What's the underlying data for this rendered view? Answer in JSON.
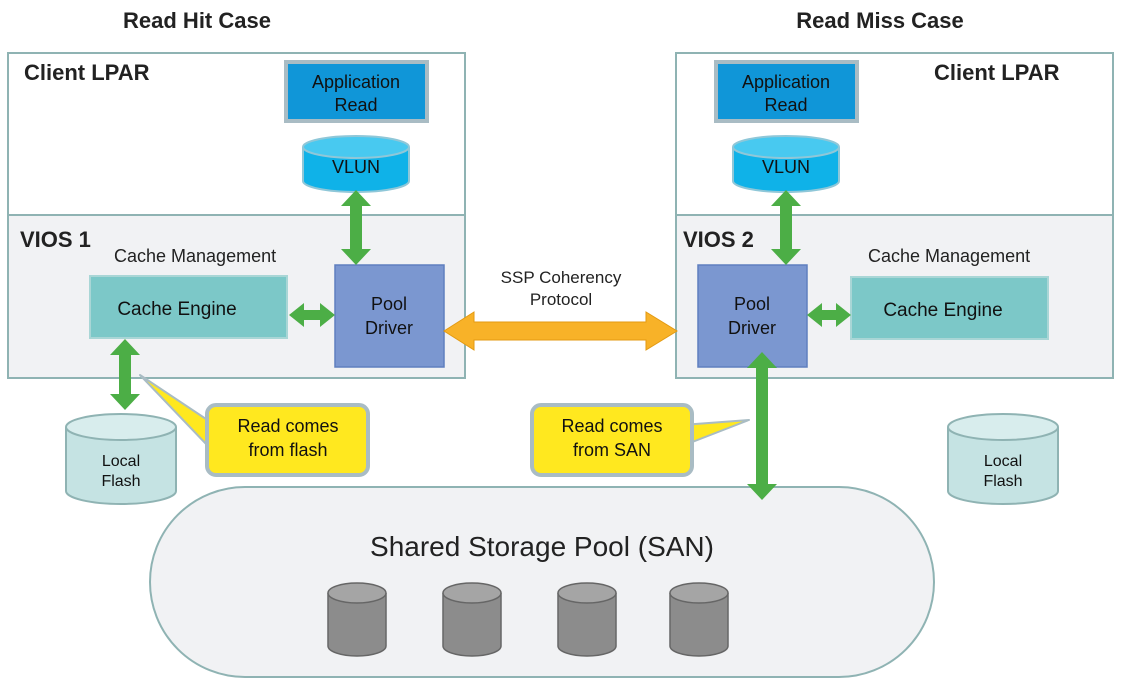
{
  "titles": {
    "left": "Read Hit Case",
    "right": "Read Miss Case"
  },
  "left": {
    "client_label": "Client LPAR",
    "app_read": [
      "Application",
      "Read"
    ],
    "vlun": "VLUN",
    "vios_label": "VIOS 1",
    "cache_mgmt": "Cache Management",
    "cache_engine": "Cache Engine",
    "pool_driver": [
      "Pool",
      "Driver"
    ],
    "flash": [
      "Local",
      "Flash"
    ],
    "callout": [
      "Read comes",
      "from flash"
    ]
  },
  "right": {
    "client_label": "Client LPAR",
    "app_read": [
      "Application",
      "Read"
    ],
    "vlun": "VLUN",
    "vios_label": "VIOS 2",
    "cache_mgmt": "Cache Management",
    "cache_engine": "Cache Engine",
    "pool_driver": [
      "Pool",
      "Driver"
    ],
    "flash": [
      "Local",
      "Flash"
    ],
    "callout": [
      "Read comes",
      "from SAN"
    ]
  },
  "protocol": [
    "SSP Coherency",
    "Protocol"
  ],
  "pool_label": "Shared Storage Pool (SAN)",
  "colors": {
    "border": "#8fb3b3",
    "vios_fill": "#f1f2f4",
    "app_fill": "#1096d8",
    "vlun_fill": "#0fb2e8",
    "cache_engine_fill": "#7cc8c8",
    "pool_driver_fill": "#7b97d0",
    "green_arrow": "#4cae46",
    "orange_arrow": "#f8b228",
    "callout_fill": "#ffe81f",
    "flash_fill": "#c5e3e3",
    "san_disk_fill": "#8c8c8c"
  }
}
